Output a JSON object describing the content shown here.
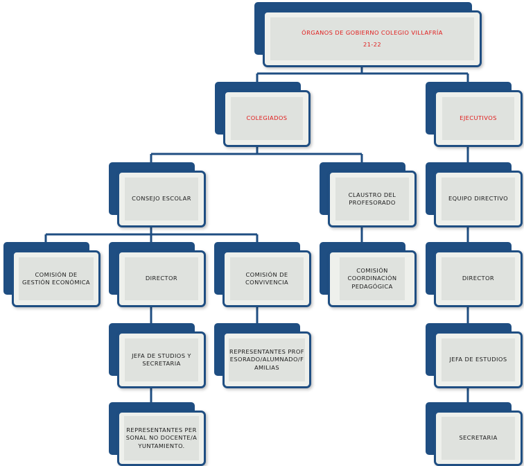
{
  "root": {
    "line1": "ÓRGANOS DE GOBIERNO COLEGIO VILLAFRÍA",
    "line2": "21-22"
  },
  "branches": {
    "colegiados": "COLEGIADOS",
    "ejecutivos": "EJECUTIVOS"
  },
  "colegiados": {
    "consejo": "CONSEJO ESCOLAR",
    "claustro": "CLAUSTRO DEL PROFESORADO",
    "gestion": "COMISIÓN DE GESTIÓN ECONÓMICA",
    "director": "DIRECTOR",
    "convivencia": "COMISIÓN DE CONVIVENCIA",
    "ccp": "COMISIÓN COORDINACIÓN PEDAGÓGICA",
    "jefa_secretaria": "JEFA DE STUDIOS Y SECRETARIA",
    "rep_familias": "REPRESENTANTES PROFESORADO/ALUMNADO/FAMILIAS",
    "rep_personal": "REPRESENTANTES PERSONAL NO DOCENTE/AYUNTAMIENTO."
  },
  "ejecutivos": {
    "equipo": "EQUIPO DIRECTIVO",
    "director": "DIRECTOR",
    "jefa": "JEFA DE ESTUDIOS",
    "secretaria": "SECRETARIA"
  },
  "colors": {
    "box_border": "#1f4e82",
    "box_fill": "#eef0ec",
    "highlight_text": "#e01c1c"
  }
}
